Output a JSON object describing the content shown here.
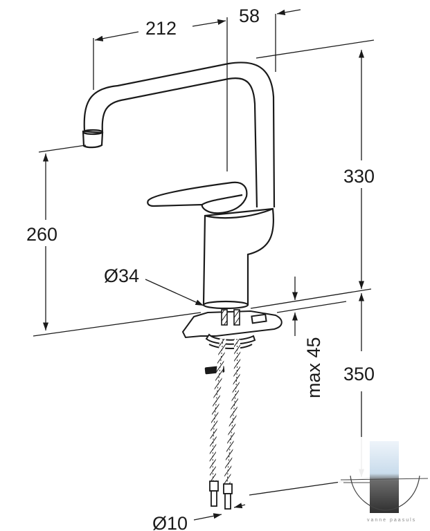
{
  "dimensions": {
    "spout_reach": "212",
    "spout_offset": "58",
    "total_height": "330",
    "spout_height": "260",
    "base_diameter": "Ø34",
    "max_deck_thickness": "max 45",
    "hose_length": "350",
    "hose_diameter": "Ø10"
  },
  "logo": {
    "text": "vanne paasuls",
    "accent_color": "#d8e8f5"
  },
  "colors": {
    "line": "#1a1a1a",
    "background": "#ffffff"
  }
}
